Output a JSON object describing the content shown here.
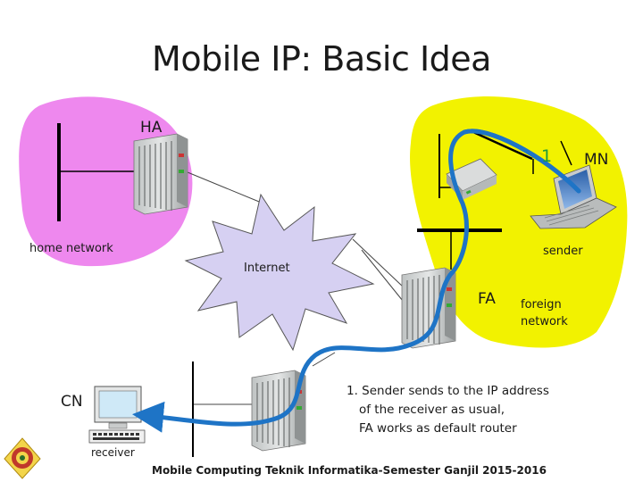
{
  "slide": {
    "title": "Mobile IP: Basic Idea",
    "footer": "Mobile Computing Teknik Informatika-Semester Ganjil 2015-2016"
  },
  "labels": {
    "ha": "HA",
    "step_number": "1",
    "mn": "MN",
    "home_network": "home network",
    "sender": "sender",
    "internet": "Internet",
    "fa": "FA",
    "foreign_network": "foreign network",
    "cn": "CN",
    "receiver": "receiver"
  },
  "step_text": {
    "line1": "1. Sender sends to the IP address",
    "line2": "of the receiver as usual,",
    "line3": "FA works as default router"
  },
  "colors": {
    "home_network": "#ee88ee",
    "foreign_network": "#f2f200",
    "path": "#1e74c6",
    "internet_cloud": "#d6d0f2",
    "step_number": "#1f9a3a"
  },
  "icons": [
    "router-icon",
    "laptop-icon",
    "computer-icon",
    "university-logo"
  ]
}
